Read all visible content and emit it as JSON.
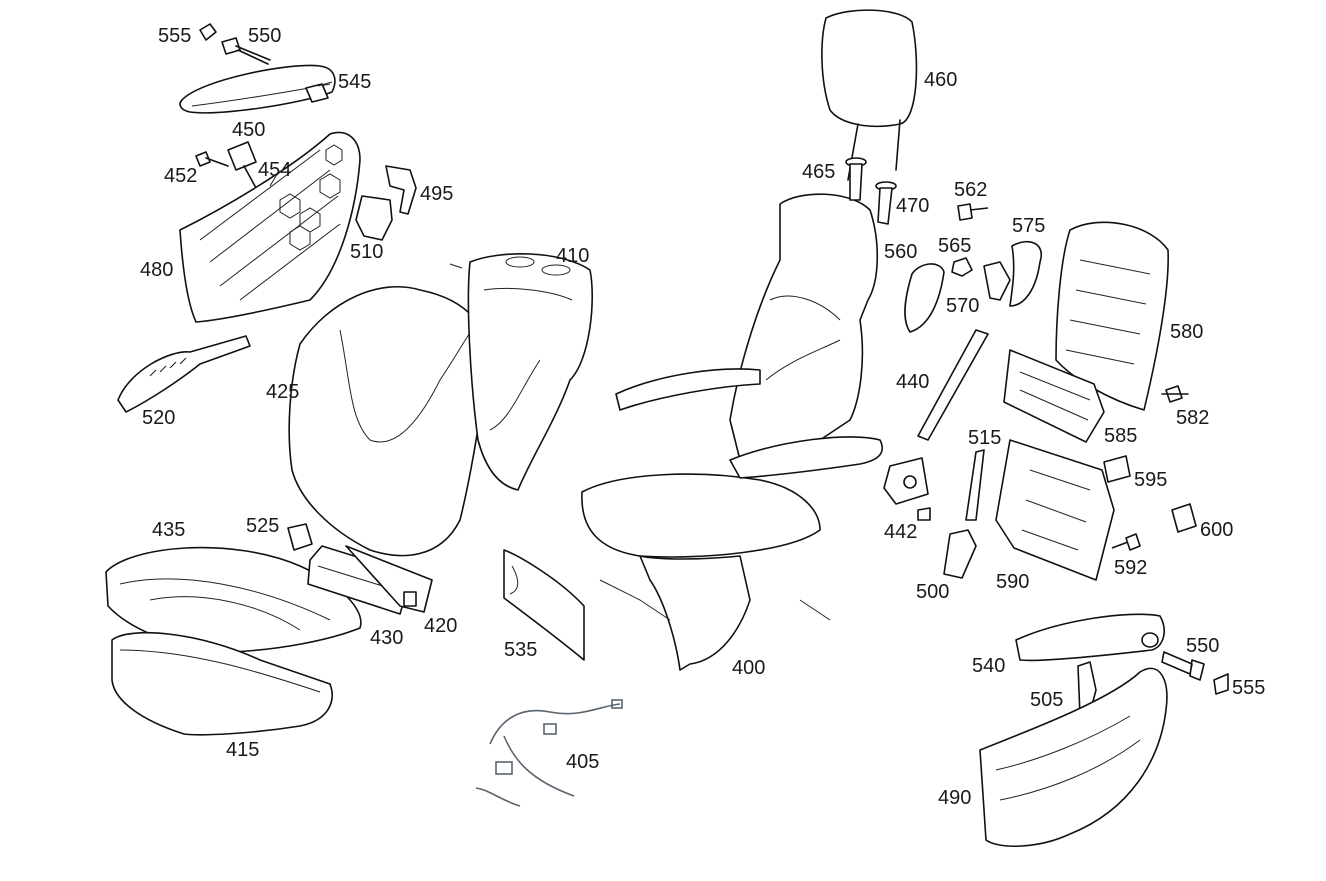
{
  "callouts": {
    "c555a": "555",
    "c550a": "550",
    "c545": "545",
    "c450": "450",
    "c452": "452",
    "c454": "454",
    "c495": "495",
    "c510": "510",
    "c480": "480",
    "c520": "520",
    "c410": "410",
    "c425": "425",
    "c435": "435",
    "c525": "525",
    "c430": "430",
    "c420": "420",
    "c415": "415",
    "c535": "535",
    "c405": "405",
    "c400": "400",
    "c460": "460",
    "c465": "465",
    "c470": "470",
    "c562": "562",
    "c560": "560",
    "c565": "565",
    "c575": "575",
    "c570": "570",
    "c580": "580",
    "c440": "440",
    "c582": "582",
    "c515": "515",
    "c585": "585",
    "c442": "442",
    "c595": "595",
    "c600": "600",
    "c500": "500",
    "c590": "590",
    "c592": "592",
    "c550b": "550",
    "c540": "540",
    "c555b": "555",
    "c505": "505",
    "c490": "490"
  },
  "colors": {
    "line": "#111111",
    "wire": "#5a6470",
    "background": "#ffffff"
  }
}
